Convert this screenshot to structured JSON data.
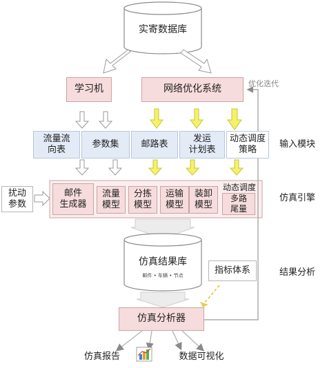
{
  "db_real": "实寄数据库",
  "learner": "学习机",
  "network_opt": "网络优化系统",
  "feedback_label": "优化迭代",
  "inputs": [
    "流量流\n向表",
    "参数集",
    "邮路表",
    "发运\n计划表",
    "动态调度\n策略"
  ],
  "disturb": "扰动\n参数",
  "engine": {
    "generator": "邮件\n生成器",
    "models": [
      "流量\n模型",
      "分拣\n模型",
      "运输\n模型",
      "装卸\n模型"
    ],
    "dispatch_title": "动态调度",
    "dispatch_sub": "多路\n尾量"
  },
  "sim_db": "仿真结果库",
  "sim_db_sub": "邮件 • 车辆 • 节点",
  "metrics": "指标体系",
  "analyzer": "仿真分析器",
  "outputs": {
    "report": "仿真报告",
    "visual": "数据可视化"
  },
  "side_labels": {
    "input": "输入模块",
    "engine": "仿真引擎",
    "analysis": "结果分析"
  },
  "colors": {
    "pink": "#f6dcdc",
    "blue": "#e3ebf6",
    "yellow": "#f5f26a",
    "arrow_gray": "#9a9a9a"
  }
}
